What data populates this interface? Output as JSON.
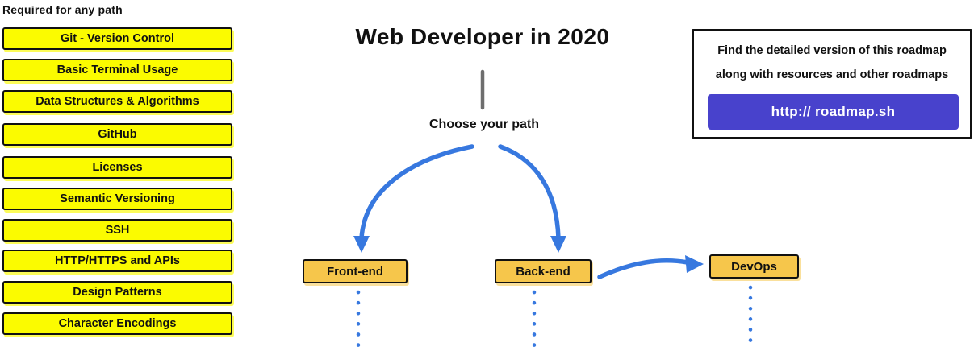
{
  "sidebar": {
    "header": "Required for any path",
    "items": [
      "Git - Version Control",
      "Basic Terminal Usage",
      "Data Structures & Algorithms",
      "GitHub",
      "Licenses",
      "Semantic Versioning",
      "SSH",
      "HTTP/HTTPS and APIs",
      "Design Patterns",
      "Character Encodings"
    ]
  },
  "main": {
    "title": "Web Developer in 2020",
    "choose_label": "Choose your path",
    "paths": [
      {
        "label": "Front-end"
      },
      {
        "label": "Back-end"
      },
      {
        "label": "DevOps"
      }
    ]
  },
  "info_box": {
    "line1": "Find the detailed version of this roadmap",
    "line2": "along with resources and other roadmaps",
    "button_label": "http:// roadmap.sh"
  },
  "colors": {
    "topic_yellow": "#FBFB00",
    "path_orange": "#F6C64B",
    "arrow_blue": "#3778DF",
    "button_purple": "#4842CC",
    "connector_gray": "#6E6E6E",
    "text_black": "#111111"
  }
}
